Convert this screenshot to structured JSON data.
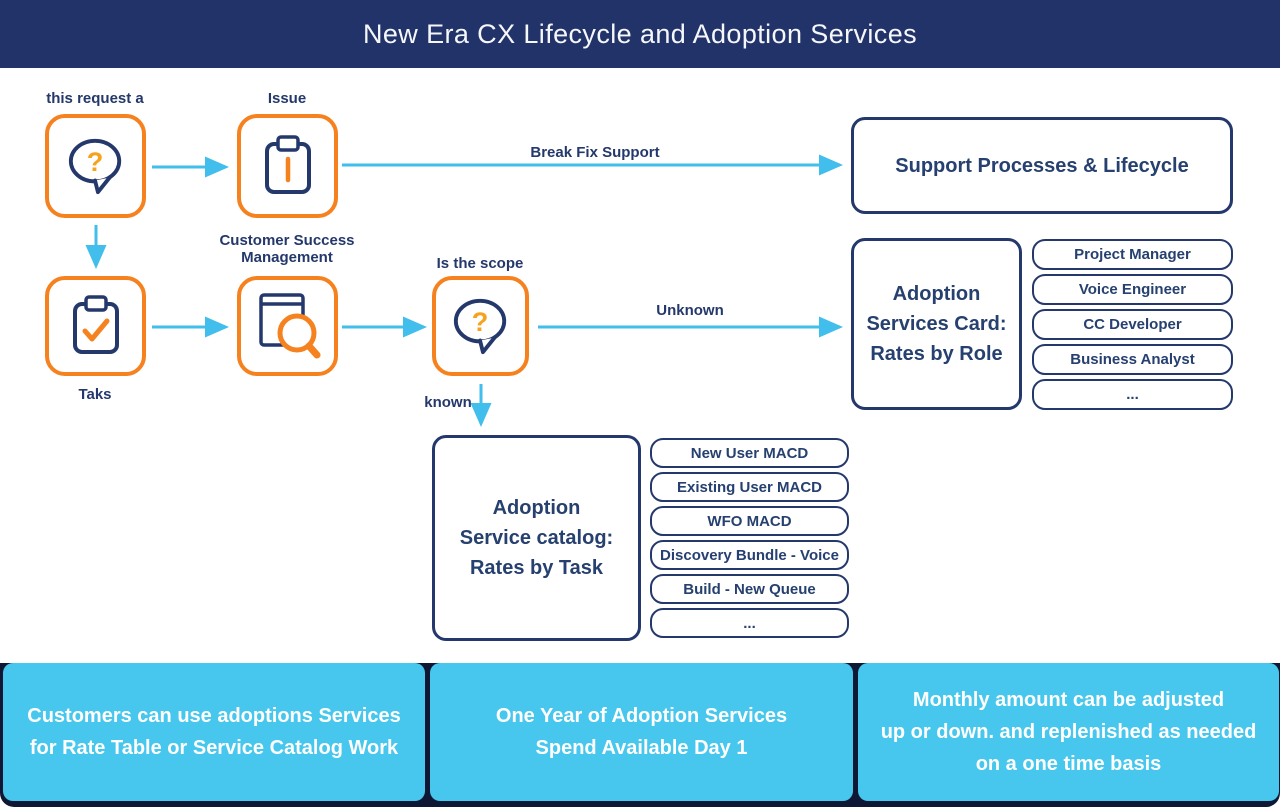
{
  "header": {
    "title": "New Era CX Lifecycle and Adoption Services"
  },
  "colors": {
    "header_bg": "#22336A",
    "navy": "#24386B",
    "orange": "#F5821F",
    "question_orange": "#F6A21D",
    "arrow_cyan": "#41BEEB",
    "note_cyan": "#47C7ED",
    "footer_band": "#0E1733",
    "text_white": "#FFFFFF"
  },
  "nodes": {
    "request": {
      "label": "this request a",
      "icon": "question-bubble-icon"
    },
    "issue": {
      "label": "Issue",
      "icon": "clipboard-issue-icon"
    },
    "tasks": {
      "label": "Taks",
      "icon": "clipboard-check-icon"
    },
    "csm": {
      "label": "Customer Success\nManagement",
      "icon": "document-search-icon"
    },
    "scope": {
      "label": "Is the scope",
      "icon": "question-bubble-icon"
    }
  },
  "edges": {
    "break_fix": "Break Fix Support",
    "unknown": "Unknown",
    "known": "known"
  },
  "cards": {
    "support": {
      "title": "Support Processes & Lifecycle"
    },
    "rates_by_role": {
      "title": "Adoption\nServices Card:\nRates by Role",
      "items": [
        "Project Manager",
        "Voice Engineer",
        "CC Developer",
        "Business Analyst",
        "..."
      ]
    },
    "rates_by_task": {
      "title": "Adoption\nService catalog:\nRates by Task",
      "items": [
        "New User MACD",
        "Existing User MACD",
        "WFO MACD",
        "Discovery Bundle - Voice",
        "Build - New Queue",
        "..."
      ]
    }
  },
  "footer": {
    "notes": [
      "Customers can use adoptions Services\nfor Rate Table or Service Catalog Work",
      "One Year of Adoption Services\nSpend Available Day 1",
      "Monthly amount can be adjusted\nup or down. and replenished as needed\non a one time basis"
    ]
  }
}
